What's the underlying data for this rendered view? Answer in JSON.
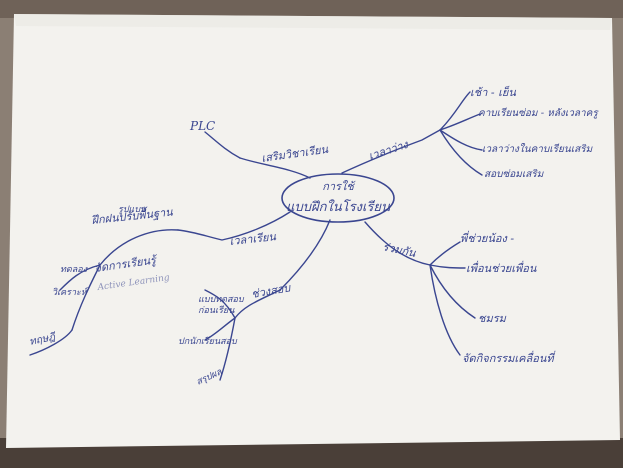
{
  "photo": {
    "subject": "hand-drawn mind map on white paper",
    "ink_color": "#3a4690",
    "paper_color": "#f4f3ef",
    "background_color": "#8a7d72"
  },
  "center": {
    "line1": "การใช้",
    "line2": "แบบฝึกในโรงเรียน"
  },
  "branches": {
    "plc": "PLC",
    "upper_left": "เสริมวิชาเรียน",
    "upper_right": "เวลาว่าง",
    "left_mid": "เวลาเรียน",
    "lower_left": "ช่วงสอบ",
    "right_mid": "ร่วมกัน"
  },
  "leaves": {
    "r1": "เช้า - เย็น",
    "r2": "คาบเรียนซ่อม - หลังเวลาครู",
    "r3": "เวลาว่างในคาบเรียนเสริม",
    "r4": "สอบซ่อมเสริม",
    "r5": "พี่ช่วยน้อง -",
    "r6": "เพื่อนช่วยเพื่อน",
    "r7": "ชมรม",
    "r8": "จัดกิจกรรมเคลื่อนที่",
    "l1a": "รูปแบบ",
    "l1b": "ฝึกฝนปรับพื้นฐาน",
    "l2": "จัดการเรียนรู้",
    "l2b": "Active Learning",
    "l3": "ทดลอง",
    "l4": "วิเคราะห์",
    "l5": "ทฤษฎี",
    "b1a": "แบบทดสอบ",
    "b1b": "ก่อนเรียน",
    "b2": "ปกนักเรียนสอบ",
    "b3": "สรุปผล"
  }
}
